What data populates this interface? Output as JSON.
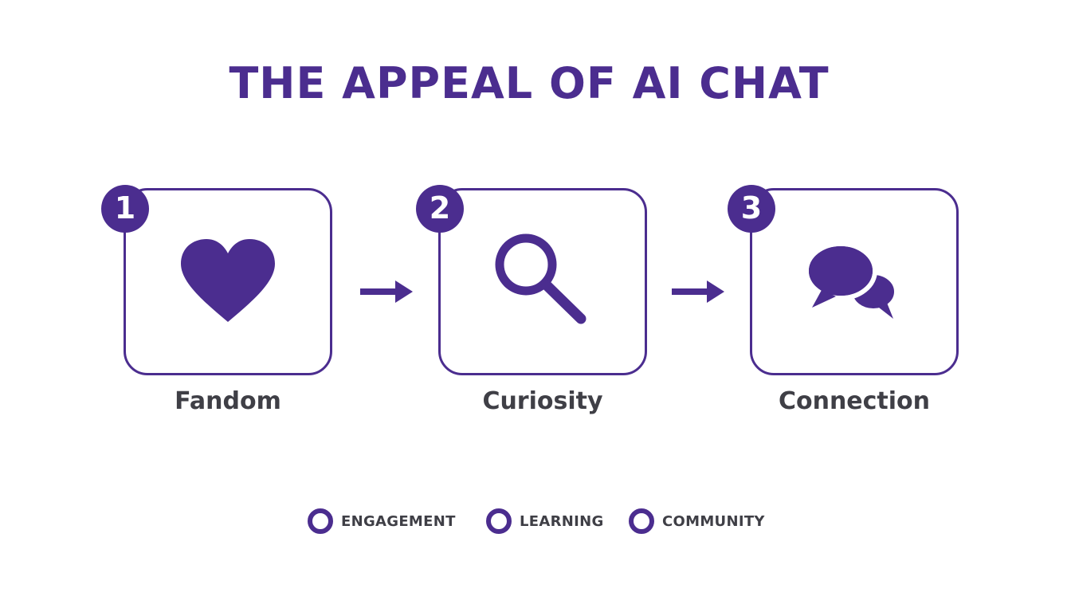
{
  "title": "THE APPEAL OF AI CHAT",
  "colors": {
    "accent": "#4b2d8f",
    "label_text": "#3f3f46",
    "background": "#ffffff"
  },
  "steps": [
    {
      "number": "1",
      "label": "Fandom",
      "icon": "heart-icon"
    },
    {
      "number": "2",
      "label": "Curiosity",
      "icon": "magnifying-glass-icon"
    },
    {
      "number": "3",
      "label": "Connection",
      "icon": "chat-bubbles-icon"
    }
  ],
  "legend": [
    {
      "label": "ENGAGEMENT"
    },
    {
      "label": "LEARNING"
    },
    {
      "label": "COMMUNITY"
    }
  ]
}
